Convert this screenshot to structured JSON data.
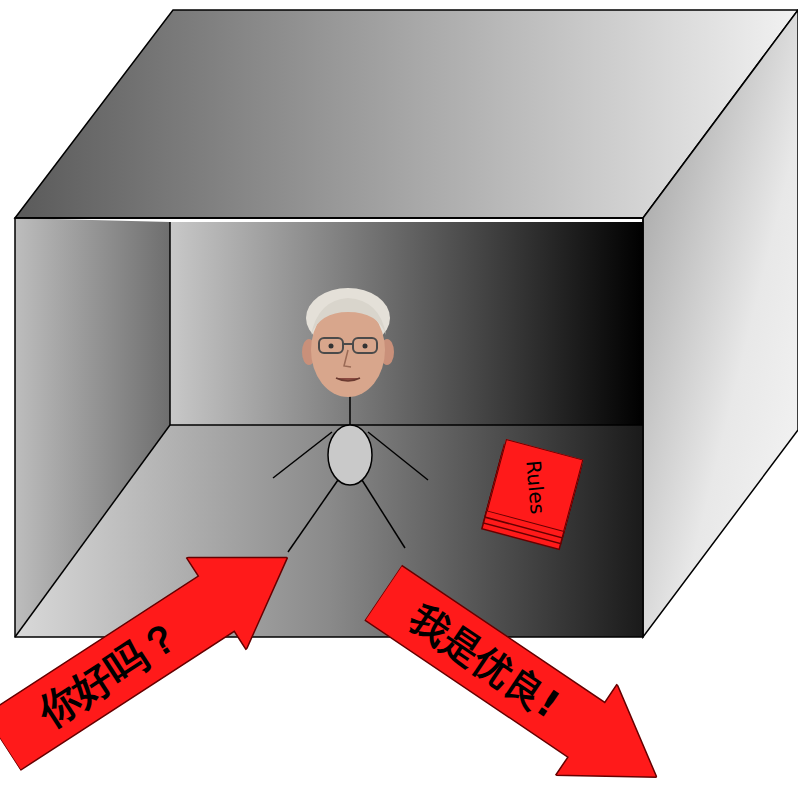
{
  "diagram": {
    "nodes": [
      {
        "text": [
          "Rules"
        ]
      },
      {
        "text": [
          "你好吗？"
        ]
      },
      {
        "text": [
          "我是优良!"
        ]
      }
    ]
  }
}
